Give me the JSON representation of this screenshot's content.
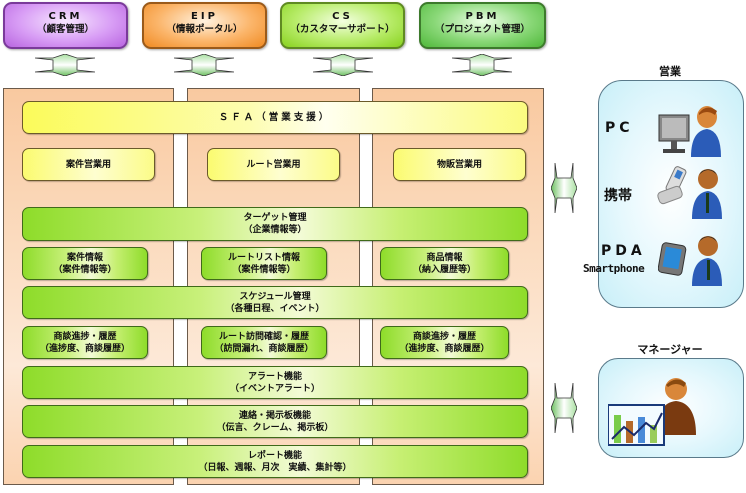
{
  "top_systems": [
    {
      "code": "CRM",
      "name": "（顧客管理）",
      "color": "#d89df5"
    },
    {
      "code": "EIP",
      "name": "（情報ポータル）",
      "color": "#fbb56a"
    },
    {
      "code": "CS",
      "name": "（カスタマーサポート）",
      "color": "#b8ec6a"
    },
    {
      "code": "PBM",
      "name": "（プロジェクト管理）",
      "color": "#8ad878"
    }
  ],
  "main": {
    "sfa": "ＳＦＡ（営業支援）",
    "sales_types": [
      "案件営業用",
      "ルート営業用",
      "物販営業用"
    ],
    "target": {
      "line1": "ターゲット管理",
      "line2": "（企業情報等）"
    },
    "info": [
      {
        "line1": "案件情報",
        "line2": "（案件情報等）"
      },
      {
        "line1": "ルートリスト情報",
        "line2": "（案件情報等）"
      },
      {
        "line1": "商品情報",
        "line2": "（納入履歴等）"
      }
    ],
    "schedule": {
      "line1": "スケジュール管理",
      "line2": "（各種日程、イベント）"
    },
    "progress": [
      {
        "line1": "商談進捗・履歴",
        "line2": "（進捗度、商談履歴）"
      },
      {
        "line1": "ルート訪問確認・履歴",
        "line2": "（訪問漏れ、商談履歴）"
      },
      {
        "line1": "商談進捗・履歴",
        "line2": "（進捗度、商談履歴）"
      }
    ],
    "alert": {
      "line1": "アラート機能",
      "line2": "（イベントアラート）"
    },
    "board": {
      "line1": "連絡・掲示板機能",
      "line2": "（伝言、クレーム、掲示板）"
    },
    "report": {
      "line1": "レポート機能",
      "line2": "（日報、週報、月次　実績、集計等）"
    }
  },
  "sales_panel": {
    "title": "営業",
    "devices": [
      {
        "label": "PC",
        "icon": "pc-user-icon"
      },
      {
        "label": "携帯",
        "icon": "mobile-user-icon"
      },
      {
        "label": "PDA",
        "sublabel": "Smartphone",
        "icon": "pda-user-icon"
      }
    ]
  },
  "manager_panel": {
    "title": "マネージャー",
    "icon": "manager-chart-icon"
  }
}
